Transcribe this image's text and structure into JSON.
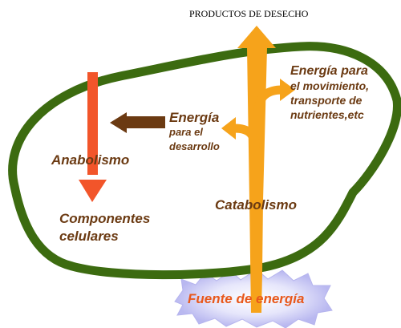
{
  "title": "PRODUCTOS DE DESECHO",
  "labels": {
    "anabolismo": "Anabolismo",
    "componentes_line1": "Componentes",
    "componentes_line2": "celulares",
    "catabolismo": "Catabolismo",
    "energia_desarrollo_line1": "Energía",
    "energia_desarrollo_line2": "para el",
    "energia_desarrollo_line3": "desarrollo",
    "energia_movimiento_line1": "Energía para",
    "energia_movimiento_line2": "el movimiento,",
    "energia_movimiento_line3": "transporte de",
    "energia_movimiento_line4": "nutrientes,etc",
    "fuente": "Fuente de energía"
  },
  "colors": {
    "cell_outline": "#3c6b10",
    "catabolic_arrow": "#f6a31b",
    "anabolic_arrow": "#f2552a",
    "energy_arrow": "#6b3a12",
    "label_text": "#6b3a12",
    "energy_source_text": "#e8581c",
    "energy_source_glow": "#c9c8f5"
  }
}
